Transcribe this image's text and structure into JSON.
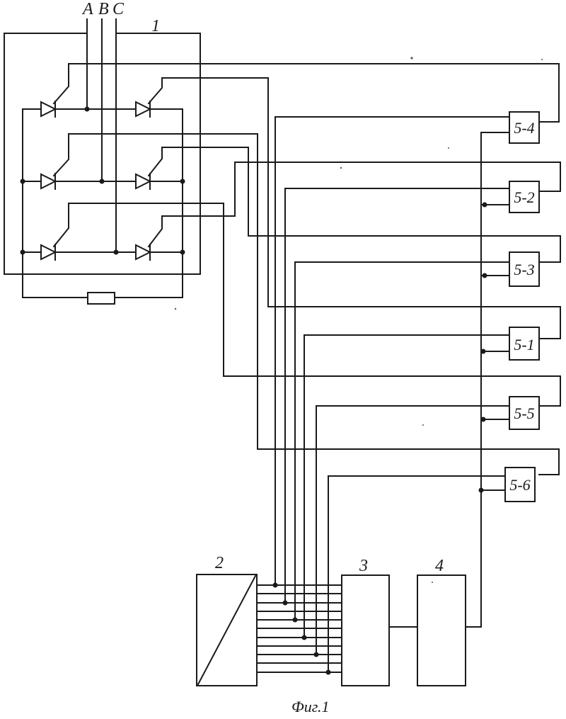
{
  "phases": [
    "A",
    "B",
    "C"
  ],
  "converter": {
    "label": "1"
  },
  "block2": {
    "label": "2"
  },
  "block3": {
    "label": "3"
  },
  "block4": {
    "label": "4"
  },
  "drivers": [
    "5-4",
    "5-2",
    "5-3",
    "5-1",
    "5-5",
    "5-6"
  ],
  "caption": "Фиг.1",
  "colors": {
    "ink": "#1a1a1a",
    "paper": "#ffffff"
  }
}
